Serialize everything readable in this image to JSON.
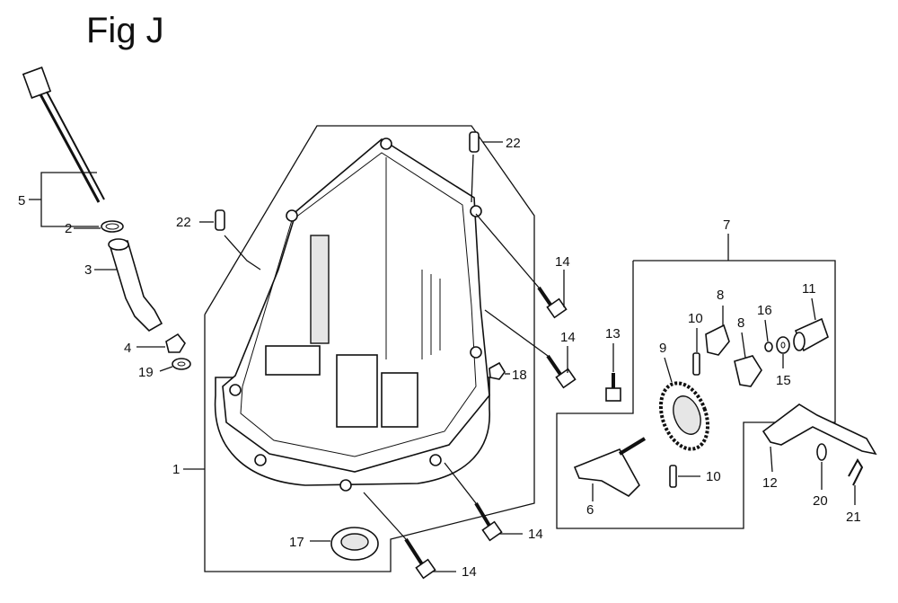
{
  "title": "Fig J",
  "callouts": {
    "c1": "1",
    "c2": "2",
    "c3": "3",
    "c4": "4",
    "c5": "5",
    "c6": "6",
    "c7": "7",
    "c8a": "8",
    "c8b": "8",
    "c9": "9",
    "c10a": "10",
    "c10b": "10",
    "c11": "11",
    "c12": "12",
    "c13": "13",
    "c14a": "14",
    "c14b": "14",
    "c14c": "14",
    "c14d": "14",
    "c15": "15",
    "c16": "16",
    "c17": "17",
    "c18": "18",
    "c19": "19",
    "c20": "20",
    "c21": "21",
    "c22a": "22",
    "c22b": "22"
  }
}
